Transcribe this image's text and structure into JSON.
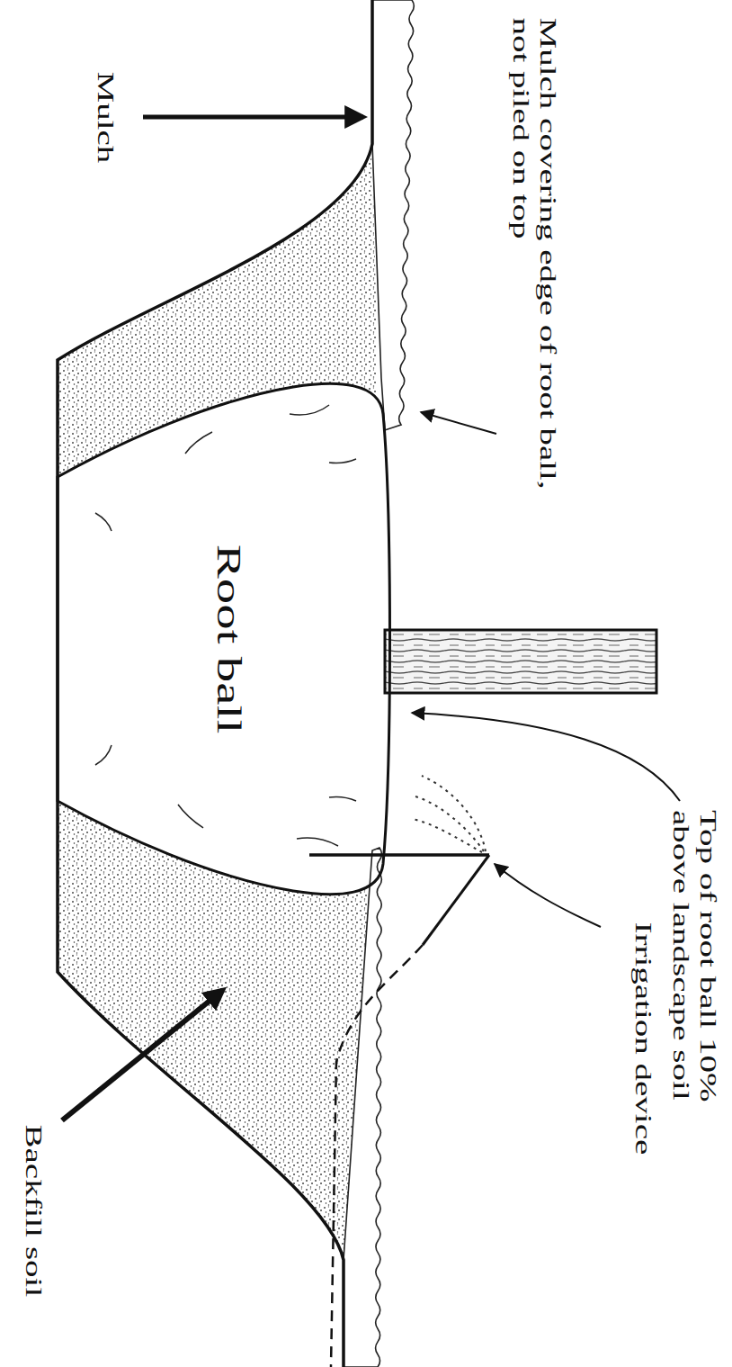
{
  "diagram": {
    "nodes": [
      {
        "text": [
          "Root ball"
        ]
      }
    ],
    "labels": [
      "Mulch",
      "Mulch covering edge of root ball, not piled on top",
      "Top of root ball 10% above landscape soil",
      "Irrigation device",
      "Backfill soil"
    ]
  }
}
